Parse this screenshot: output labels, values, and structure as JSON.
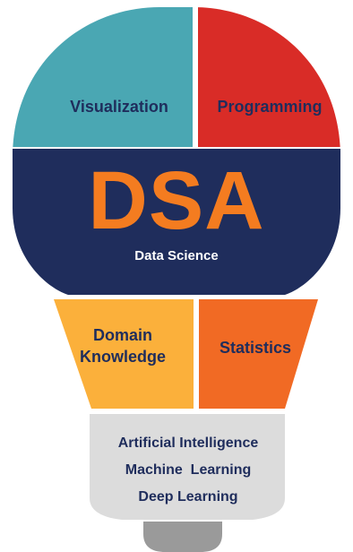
{
  "diagram": {
    "segments": {
      "visualization": "Visualization",
      "programming": "Programming",
      "acronym": "DSA",
      "data_science": "Data Science",
      "domain_knowledge": "Domain Knowledge",
      "statistics": "Statistics"
    },
    "base_lines": [
      "Artificial Intelligence",
      "Machine  Learning",
      "Deep Learning"
    ]
  },
  "colors": {
    "visualization": "#4aa7b3",
    "programming": "#d92c27",
    "band": "#1f2d5c",
    "acronym": "#f47c20",
    "domain_knowledge": "#fbb03b",
    "statistics": "#f16a24",
    "base": "#dcdcdc",
    "cap": "#9a9a9a"
  }
}
